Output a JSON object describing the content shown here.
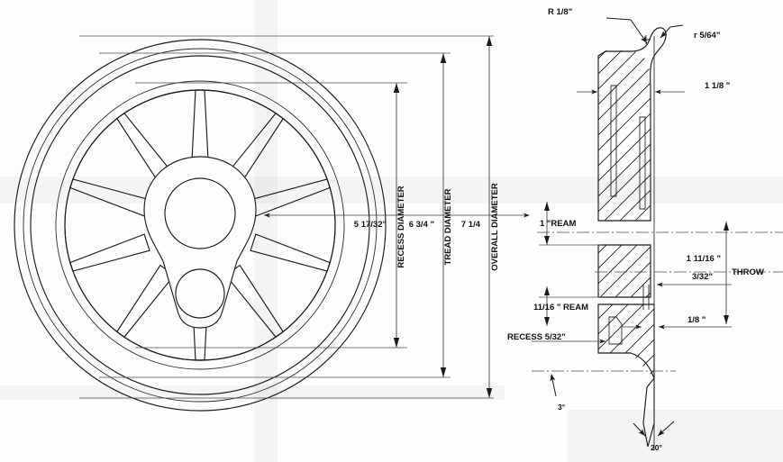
{
  "document": {
    "kind": "engineering-drawing",
    "subject": "Locomotive driving wheel - front elevation and sectional view"
  },
  "front_view": {
    "name": "wheel-front-view",
    "rim_rings": 4,
    "spoke_count": 10,
    "hub_shape": "pear",
    "bore_label": "",
    "crankpin_label": ""
  },
  "diameter_dimensions": [
    {
      "value": "5 17/32\"",
      "label": "RECESS DIAMETER"
    },
    {
      "value": "6 3/4 \"",
      "label": "TREAD DIAMETER"
    },
    {
      "value": "7 1/4",
      "label": "OVERALL DIAMETER"
    }
  ],
  "section_view": {
    "name": "wheel-section-view",
    "callouts": [
      {
        "id": "fillet-radius",
        "text": "R 1/8\""
      },
      {
        "id": "corner-radius",
        "text": "r 5/64\""
      },
      {
        "id": "rim-width",
        "text": "1 1/8 \""
      },
      {
        "id": "bore-ream",
        "text": "1 \"REAM"
      },
      {
        "id": "counterbore-ream",
        "text": "11/16 \" REAM"
      },
      {
        "id": "recess-depth",
        "text": "RECESS  5/32\""
      },
      {
        "id": "groove-width",
        "text": "3/32\""
      },
      {
        "id": "hub-projection",
        "text": "1/8 \""
      },
      {
        "id": "crank-throw",
        "text": "1 11/16 \""
      },
      {
        "id": "crank-throw-word",
        "text": "THROW"
      },
      {
        "id": "flange-taper",
        "text": "3°"
      },
      {
        "id": "flange-angle",
        "text": "20°"
      }
    ]
  },
  "colors": {
    "ink": "#1b1b1b",
    "paper": "#fdfdfc",
    "dimension": "#3a3a3a"
  }
}
